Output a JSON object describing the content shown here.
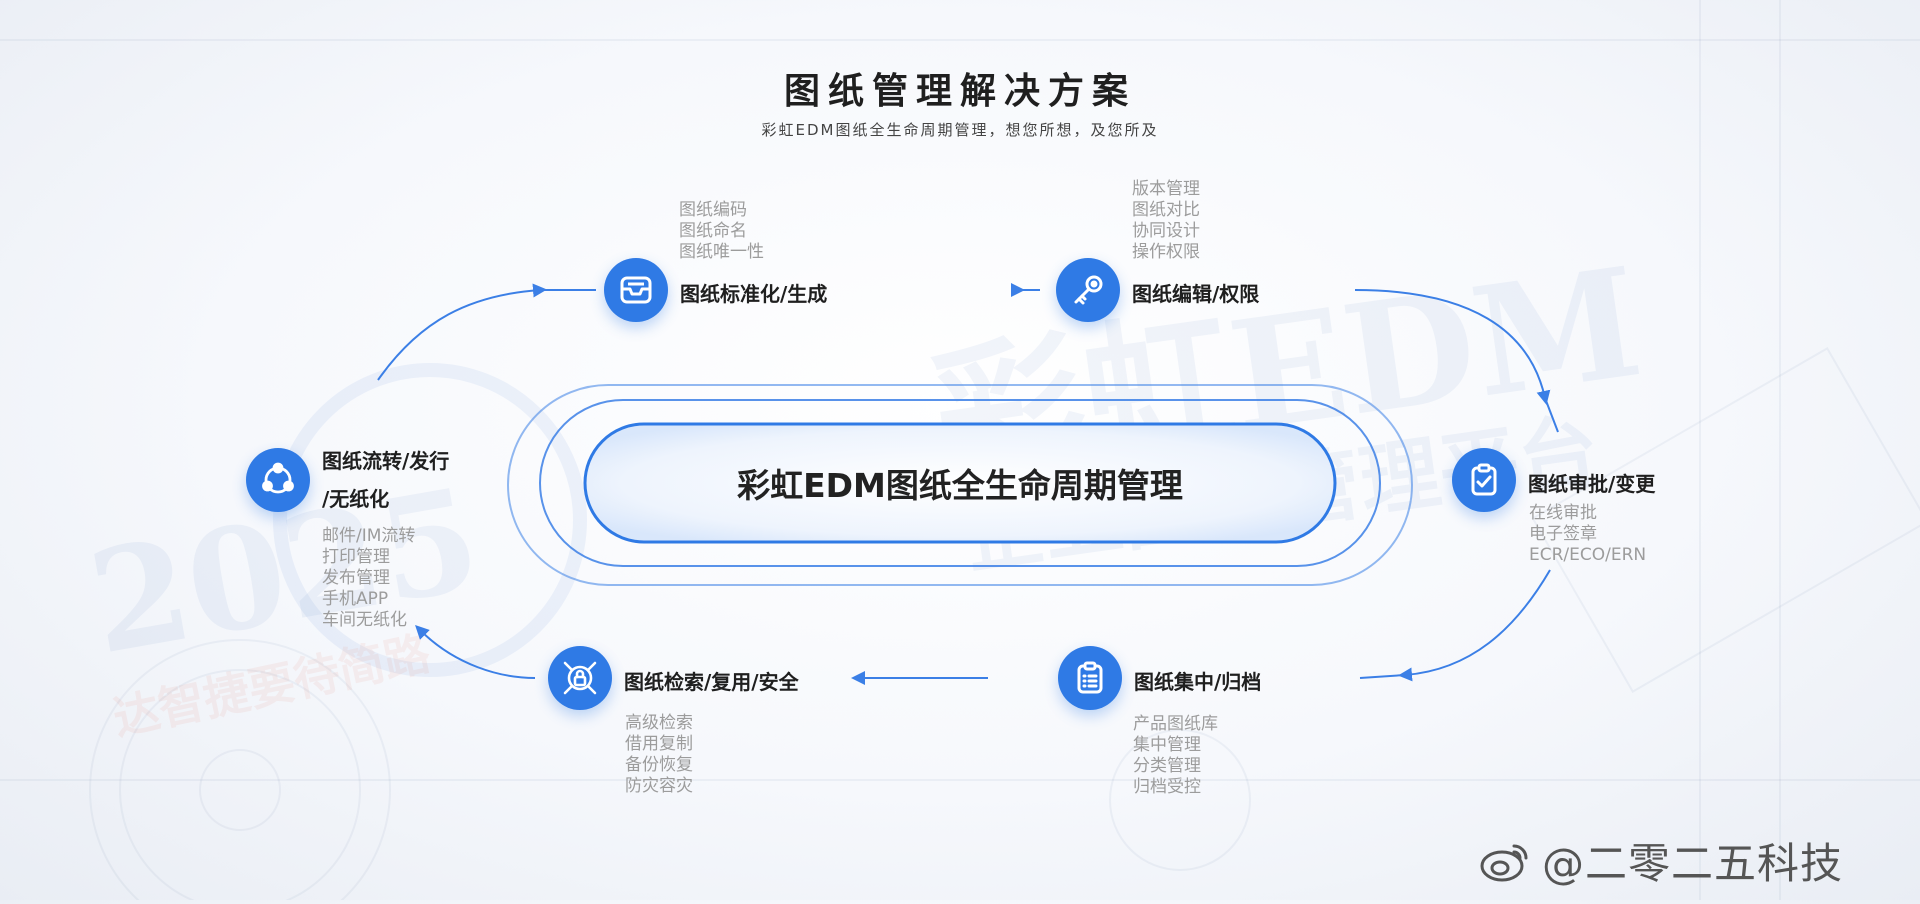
{
  "header": {
    "title": "图纸管理解决方案",
    "subtitle": "彩虹EDM图纸全生命周期管理，想您所想，及您所及"
  },
  "center": {
    "label": "彩虹EDM图纸全生命周期管理"
  },
  "nodes": [
    {
      "id": "standardize",
      "icon": "inbox-tray-icon",
      "title": "图纸标准化/生成",
      "items": [
        "图纸编码",
        "图纸命名",
        "图纸唯一性"
      ]
    },
    {
      "id": "edit",
      "icon": "key-icon",
      "title": "图纸编辑/权限",
      "items": [
        "版本管理",
        "图纸对比",
        "协同设计",
        "操作权限"
      ]
    },
    {
      "id": "approve",
      "icon": "clipboard-check-icon",
      "title": "图纸审批/变更",
      "items": [
        "在线审批",
        "电子签章",
        "ECR/ECO/ERN"
      ]
    },
    {
      "id": "archive",
      "icon": "clipboard-list-icon",
      "title": "图纸集中/归档",
      "items": [
        "产品图纸库",
        "集中管理",
        "分类管理",
        "归档受控"
      ]
    },
    {
      "id": "search",
      "icon": "lock-shield-icon",
      "title": "图纸检索/复用/安全",
      "items": [
        "高级检索",
        "借用复制",
        "备份恢复",
        "防灾容灾"
      ]
    },
    {
      "id": "circulate",
      "icon": "share-network-icon",
      "title_line1": "图纸流转/发行",
      "title_line2": "/无纸化",
      "items": [
        "邮件/IM流转",
        "打印管理",
        "发布管理",
        "手机APP",
        "车间无纸化"
      ]
    }
  ],
  "watermark": {
    "line1": "彩虹EDM",
    "line2": "企业图纸管理平台",
    "year": "2025",
    "slogan": "达智捷要待简路"
  },
  "attribution": {
    "text": "@二零二五科技",
    "icon": "weibo-icon"
  },
  "colors": {
    "accent": "#2f7ae5",
    "line": "#3b7fe6",
    "text": "#1f1f1f",
    "muted": "#9c9c9c"
  }
}
